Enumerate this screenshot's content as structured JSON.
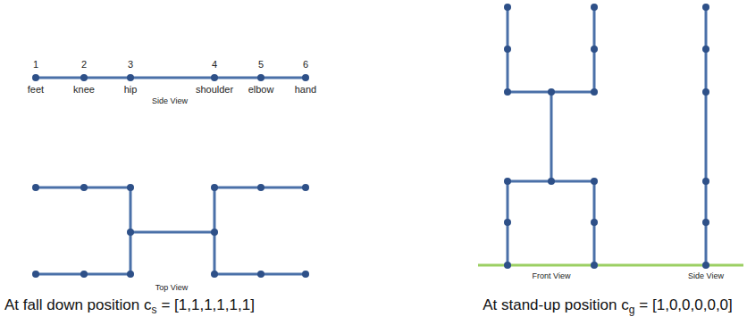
{
  "diagram": {
    "labels": [
      "1",
      "2",
      "3",
      "4",
      "5",
      "6",
      "feet",
      "knee",
      "hip",
      "shoulder",
      "elbow",
      "hand",
      "Side View",
      "Top View",
      "At fall down position c",
      "s",
      "= [1,1,1,1,1,1]",
      "Front View",
      "Side View",
      "At stand-up position c",
      "g",
      "= [1,0,0,0,0,0]"
    ]
  }
}
